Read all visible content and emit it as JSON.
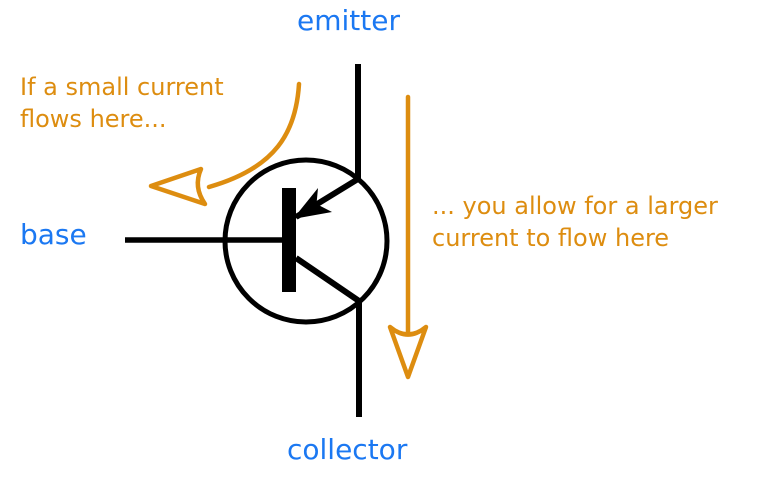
{
  "diagram": {
    "terminals": {
      "emitter": "emitter",
      "base": "base",
      "collector": "collector"
    },
    "annotations": {
      "small_current": "If a small current\nflows here...",
      "large_current": "... you allow for a larger\ncurrent to flow here"
    },
    "colors": {
      "terminal_labels": "#1b78f2",
      "annotations": "#dd8d10",
      "symbol": "#000000",
      "background": "#ffffff"
    },
    "icons": {
      "transistor_symbol": "pnp-transistor-symbol",
      "small_current_arrow": "curved-arrow-left-icon",
      "large_current_arrow": "arrow-down-icon"
    }
  }
}
